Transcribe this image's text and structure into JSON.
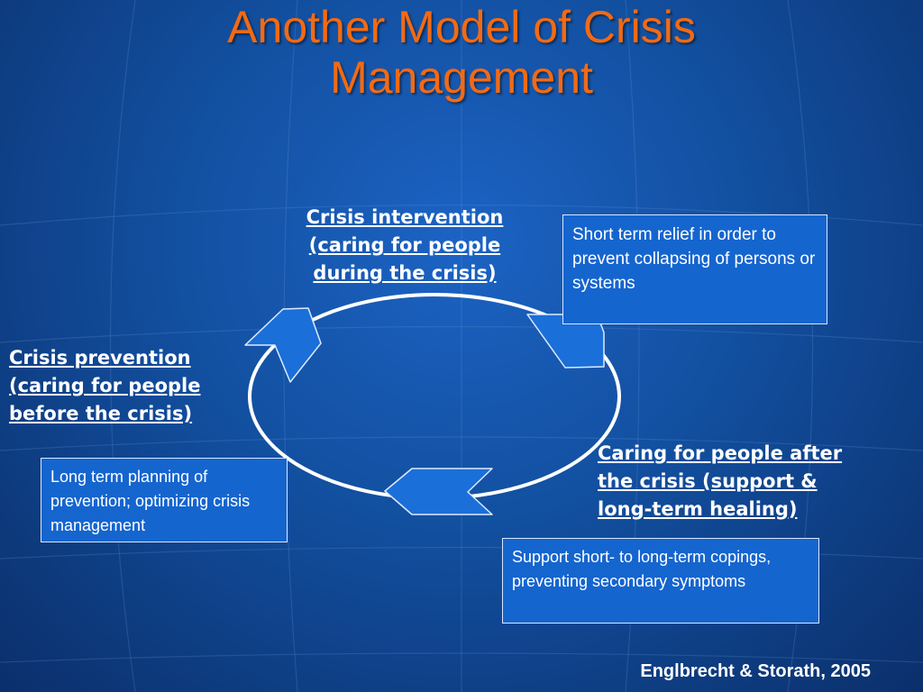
{
  "title": {
    "line1": "Another Model of Crisis",
    "line2": "Management"
  },
  "stages": {
    "intervention": {
      "line1": "Crisis intervention",
      "line2": "(caring for people",
      "line3": "during the crisis)"
    },
    "prevention": {
      "line1": "Crisis prevention",
      "line2": "(caring for people",
      "line3": "before the crisis)"
    },
    "aftercare": {
      "line1": "Caring for people after",
      "line2": "the crisis (support  &",
      "line3": "long-term healing)"
    }
  },
  "notes": {
    "intervention": "Short term relief  in order to prevent collapsing  of persons or systems",
    "prevention": "Long term planning of prevention; optimizing crisis management",
    "aftercare": "Support short- to long-term copings,  preventing secondary symptoms"
  },
  "source": "Englbrecht & Storath, 2005",
  "colors": {
    "title": "#f26a14",
    "background": "#124f9f",
    "box_fill": "#1565cf",
    "arrow_fill": "#1a6fd9",
    "ring": "#ffffff"
  }
}
